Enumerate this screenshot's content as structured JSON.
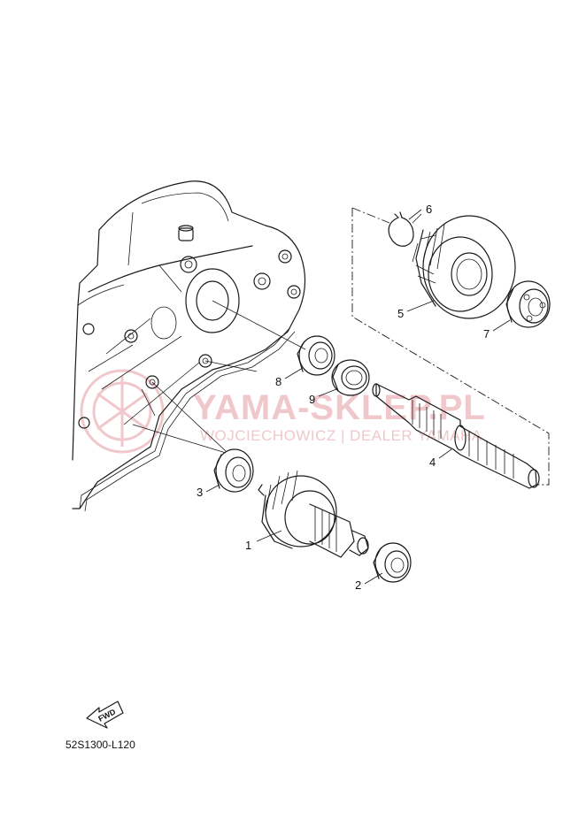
{
  "callouts": [
    "1",
    "2",
    "3",
    "4",
    "5",
    "6",
    "7",
    "8",
    "9"
  ],
  "watermark": {
    "line1": "YAMA-SKLEP.PL",
    "line2": "WOJCIECHOWICZ | DEALER YAMAHA"
  },
  "fwd_arrow": {
    "label": "FWD"
  },
  "diagram_code": "52S1300-L120",
  "colors": {
    "line": "#1a1a1a",
    "watermark": "#f0c8cc"
  }
}
